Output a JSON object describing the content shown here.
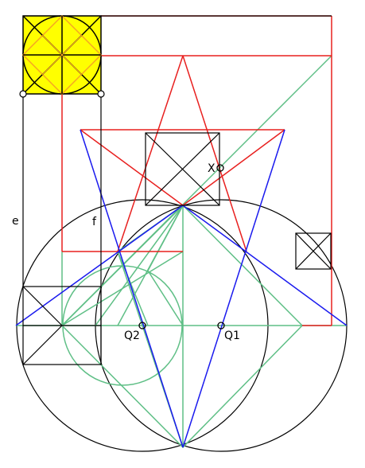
{
  "colors": {
    "background": "#ffffff",
    "black": "#000000",
    "red": "#e8201f",
    "blue": "#1a1aee",
    "green": "#5fbf86",
    "yellow": "#ffff00",
    "orange": "#f5a623"
  },
  "labels": {
    "e": "e",
    "f": "f",
    "x": "X",
    "q1": "Q1",
    "q2": "Q2"
  }
}
